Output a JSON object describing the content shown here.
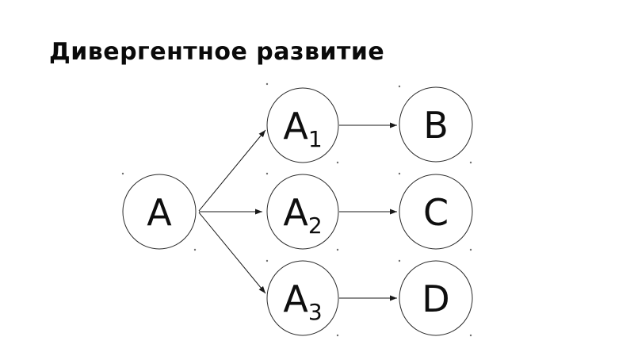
{
  "title": "Дивергентное развитие",
  "colors": {
    "background": "#ffffff",
    "title_text": "#0a0a0a",
    "node_stroke": "#2a2a2a",
    "node_fill": "#ffffff",
    "node_text": "#0e0e0e",
    "edge_stroke": "#1a1a1a",
    "grid_dot": "#6f6f6f"
  },
  "diagram": {
    "type": "directed-graph",
    "nodes": {
      "a": {
        "label": "A",
        "sub": ""
      },
      "a1": {
        "label": "A",
        "sub": "1"
      },
      "a2": {
        "label": "A",
        "sub": "2"
      },
      "a3": {
        "label": "A",
        "sub": "3"
      },
      "b": {
        "label": "B",
        "sub": ""
      },
      "c": {
        "label": "C",
        "sub": ""
      },
      "d": {
        "label": "D",
        "sub": ""
      }
    },
    "edges": [
      {
        "from": "A",
        "to": "A1"
      },
      {
        "from": "A",
        "to": "A2"
      },
      {
        "from": "A",
        "to": "A3"
      },
      {
        "from": "A1",
        "to": "B"
      },
      {
        "from": "A2",
        "to": "C"
      },
      {
        "from": "A3",
        "to": "D"
      }
    ]
  }
}
